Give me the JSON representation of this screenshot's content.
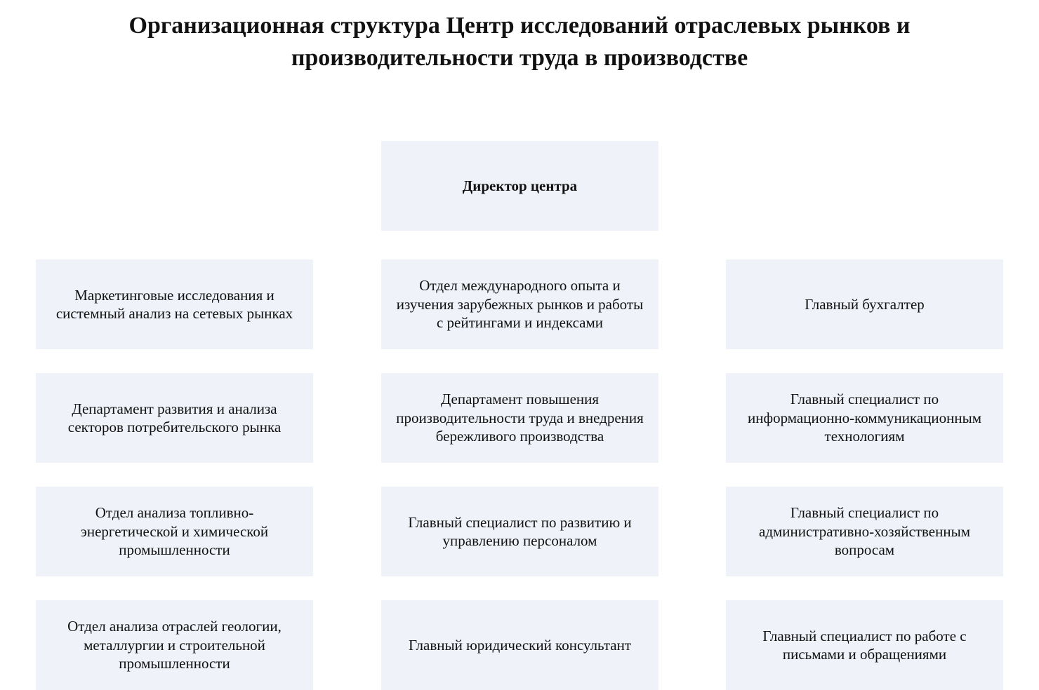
{
  "title": {
    "line1": "Организационная структура Центр исследований отраслевых рынков и",
    "line2": "производительности труда в производстве"
  },
  "director": {
    "label": "Директор центра"
  },
  "units": [
    {
      "lines": [
        "Маркетинговые исследования и",
        "системный анализ на сетевых рынках"
      ]
    },
    {
      "lines": [
        "Отдел международного опыта и",
        "изучения зарубежных рынков и работы",
        "с рейтингами и индексами"
      ]
    },
    {
      "lines": [
        "Главный бухгалтер"
      ]
    },
    {
      "lines": [
        "Департамент развития и анализа",
        "секторов потребительского рынка"
      ]
    },
    {
      "lines": [
        "Департамент повышения",
        "производительности труда и внедрения",
        "бережливого производства"
      ]
    },
    {
      "lines": [
        "Главный специалист по",
        "информационно-коммуникационным",
        "технологиям"
      ]
    },
    {
      "lines": [
        "Отдел анализа топливно-",
        "энергетической и химической",
        "промышленности"
      ]
    },
    {
      "lines": [
        "Главный специалист по развитию и",
        "управлению персоналом"
      ]
    },
    {
      "lines": [
        "Главный специалист по",
        "административно-хозяйственным",
        "вопросам"
      ]
    },
    {
      "lines": [
        "Отдел анализа отраслей геологии,",
        "металлургии и строительной",
        "промышленности"
      ]
    },
    {
      "lines": [
        "Главный юридический консультант"
      ]
    },
    {
      "lines": [
        "Главный специалист по работе с",
        "письмами и обращениями"
      ]
    }
  ]
}
